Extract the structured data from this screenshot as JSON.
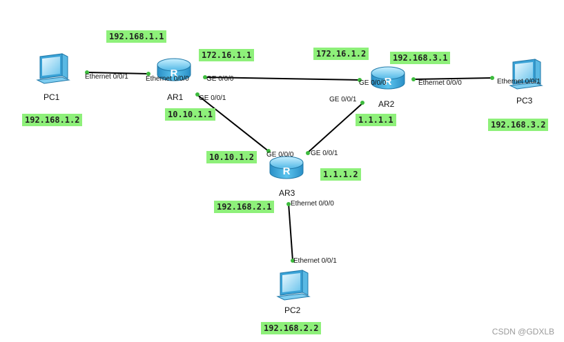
{
  "devices": {
    "pc1": {
      "label": "PC1"
    },
    "pc2": {
      "label": "PC2"
    },
    "pc3": {
      "label": "PC3"
    },
    "ar1": {
      "label": "AR1"
    },
    "ar2": {
      "label": "AR2"
    },
    "ar3": {
      "label": "AR3"
    }
  },
  "ports": {
    "pc1_eth": "Ethernet 0/0/1",
    "ar1_eth": "Ethernet 0/0/0",
    "ar1_ge0": "GE 0/0/0",
    "ar1_ge1": "GE 0/0/1",
    "ar2_ge0": "GE 0/0/0",
    "ar2_ge1": "GE 0/0/1",
    "ar2_eth": "Ethernet 0/0/0",
    "pc3_eth": "Ethernet 0/0/1",
    "ar3_ge0": "GE 0/0/0",
    "ar3_ge1": "GE 0/0/1",
    "ar3_eth": "Ethernet 0/0/0",
    "pc2_eth": "Ethernet 0/0/1"
  },
  "ips": {
    "ar1_lan": "192.168.1.1",
    "pc1": "192.168.1.2",
    "ar1_wan": "172.16.1.1",
    "ar2_wan": "172.16.1.2",
    "ar2_lan": "192.168.3.1",
    "pc3": "192.168.3.2",
    "ar1_ge1": "10.10.1.1",
    "ar3_ge0": "10.10.1.2",
    "ar2_ge1": "1.1.1.1",
    "ar3_ge1": "1.1.1.2",
    "ar3_lan": "192.168.2.1",
    "pc2": "192.168.2.2"
  },
  "colors": {
    "ip_label_bg": "#8ef07a",
    "port_dot": "#3dbb3d",
    "link": "#000000"
  },
  "watermark": "CSDN @GDXLB"
}
